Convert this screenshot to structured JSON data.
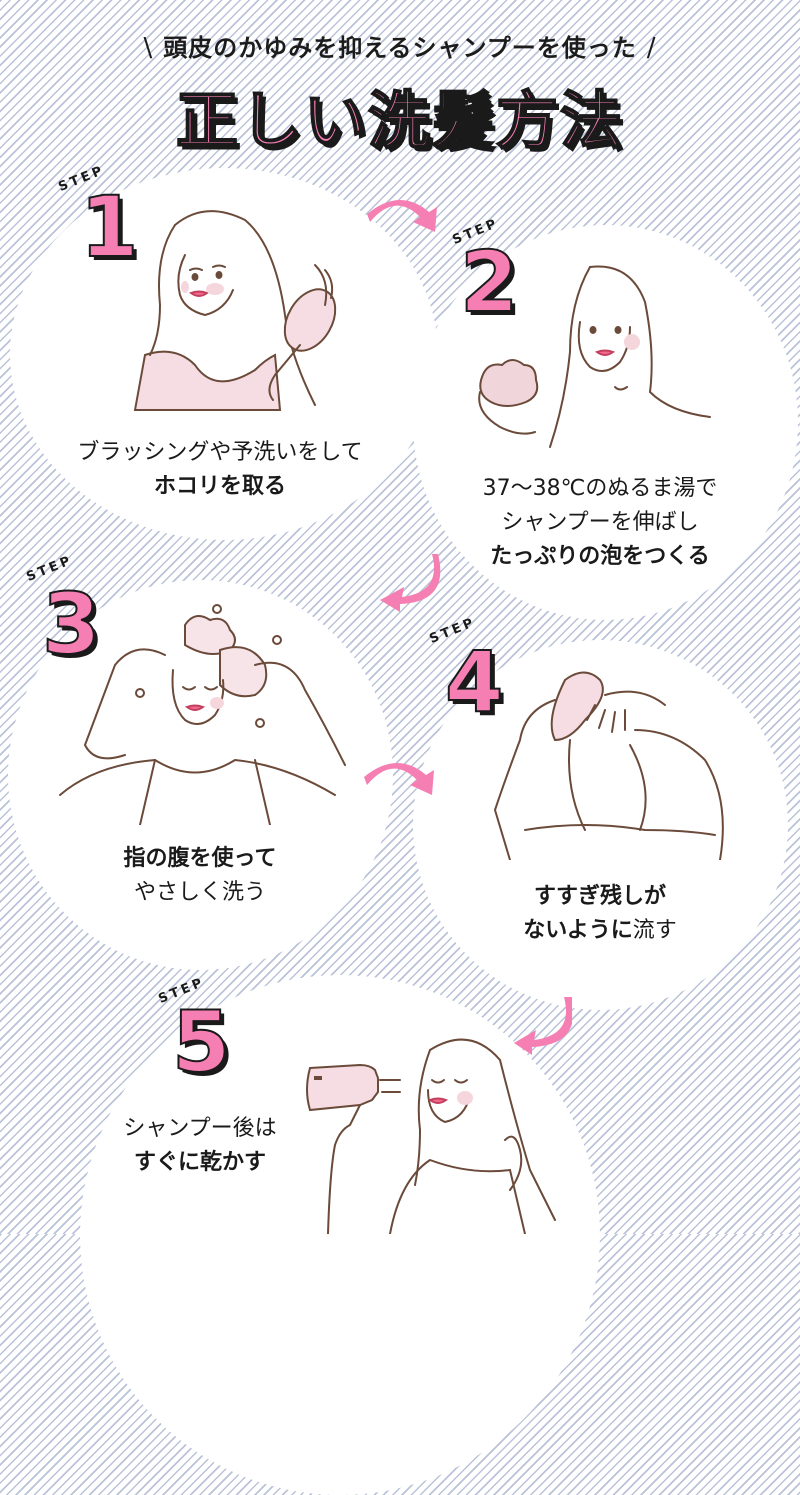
{
  "header": {
    "subtitle": "頭皮のかゆみを抑えるシャンプーを使った",
    "slash_left": "\\",
    "slash_right": "/",
    "title": "正しい洗髪方法"
  },
  "colors": {
    "accent_pink": "#f57fb3",
    "stripe": "#b9c3d9",
    "ink": "#1a1a1a",
    "line_brown": "#6b4a3a",
    "skin_pink": "#f5dde3"
  },
  "steps": [
    {
      "label": "STEP",
      "number": "1",
      "caption_lines": [
        {
          "text": "ブラッシングや予洗いをして",
          "bold": false
        },
        {
          "text": "ホコリを取る",
          "bold": true
        }
      ],
      "illustration": "woman-brushing-hair"
    },
    {
      "label": "STEP",
      "number": "2",
      "caption_lines": [
        {
          "text": "37〜38℃のぬるま湯で",
          "bold": false
        },
        {
          "text": "シャンプーを伸ばし",
          "bold": false
        },
        {
          "text": "たっぷりの泡をつくる",
          "bold": true
        }
      ],
      "illustration": "woman-holding-foam"
    },
    {
      "label": "STEP",
      "number": "3",
      "caption_lines": [
        {
          "text": "指の腹を使って",
          "bold": true
        },
        {
          "text": "やさしく洗う",
          "bold": false
        }
      ],
      "illustration": "woman-washing-hair"
    },
    {
      "label": "STEP",
      "number": "4",
      "caption_lines": [
        {
          "text": "すすぎ残しが",
          "bold": true
        },
        {
          "text_bold": "ないように",
          "text_regular": "流す"
        }
      ],
      "illustration": "woman-rinsing-hair"
    },
    {
      "label": "STEP",
      "number": "5",
      "caption_lines": [
        {
          "text": "シャンプー後は",
          "bold": false
        },
        {
          "text": "すぐに乾かす",
          "bold": true
        }
      ],
      "illustration": "woman-drying-hair"
    }
  ]
}
